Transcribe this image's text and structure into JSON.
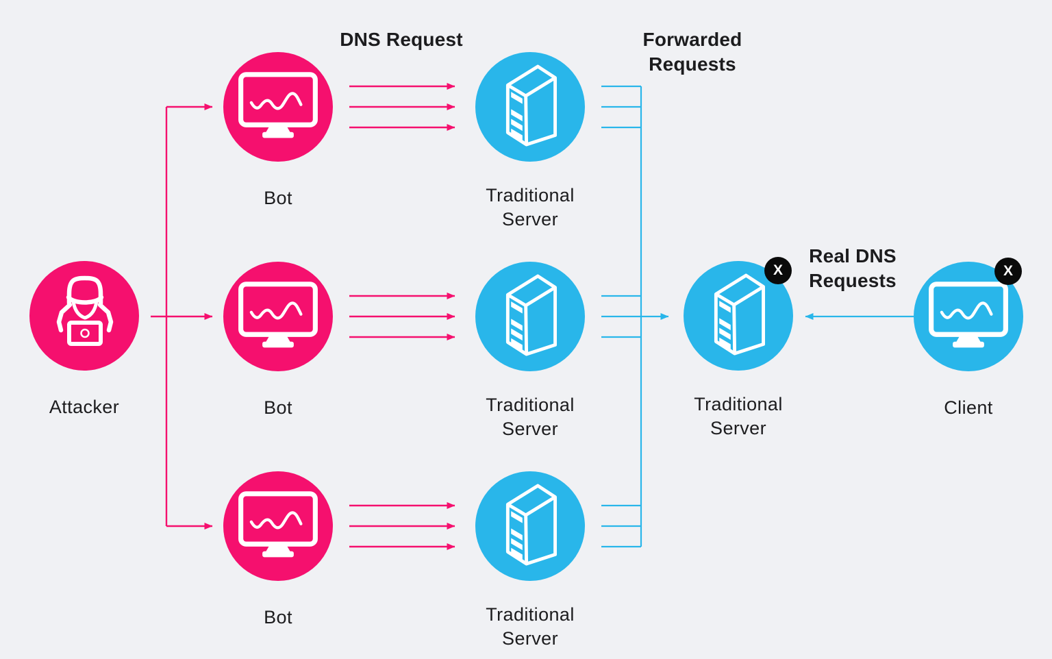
{
  "diagram_title": "",
  "colors": {
    "background": "#F0F1F4",
    "pink": "#F5106E",
    "blue": "#29B6EA",
    "text": "#1C1C1E",
    "badge_bg": "#0A0A0A",
    "badge_text": "#FFFFFF"
  },
  "annotations": {
    "dns_request": "DNS Request",
    "forwarded_requests": {
      "line1": "Forwarded",
      "line2": "Requests"
    },
    "real_dns_requests": {
      "line1": "Real DNS",
      "line2": "Requests"
    }
  },
  "nodes": {
    "attacker": {
      "label": "Attacker",
      "icon": "hacker-icon",
      "color": "pink"
    },
    "bot_top": {
      "label": "Bot",
      "icon": "monitor-icon",
      "color": "pink"
    },
    "bot_middle": {
      "label": "Bot",
      "icon": "monitor-icon",
      "color": "pink"
    },
    "bot_bottom": {
      "label": "Bot",
      "icon": "monitor-icon",
      "color": "pink"
    },
    "server_top": {
      "label": {
        "line1": "Traditional",
        "line2": "Server"
      },
      "icon": "server-icon",
      "color": "blue"
    },
    "server_middle": {
      "label": {
        "line1": "Traditional",
        "line2": "Server"
      },
      "icon": "server-icon",
      "color": "blue"
    },
    "server_bottom": {
      "label": {
        "line1": "Traditional",
        "line2": "Server"
      },
      "icon": "server-icon",
      "color": "blue"
    },
    "server_overwhelmed": {
      "label": {
        "line1": "Traditional",
        "line2": "Server"
      },
      "icon": "server-icon",
      "color": "blue",
      "badge": "X"
    },
    "client": {
      "label": "Client",
      "icon": "monitor-icon",
      "color": "blue",
      "badge": "X"
    }
  },
  "connections": [
    {
      "from": "attacker",
      "to": "bot_top",
      "style": "pink-arrow"
    },
    {
      "from": "attacker",
      "to": "bot_middle",
      "style": "pink-arrow"
    },
    {
      "from": "attacker",
      "to": "bot_bottom",
      "style": "pink-arrow"
    },
    {
      "from": "bot_top",
      "to": "server_top",
      "style": "pink-arrows-x3",
      "annotation": "DNS Request"
    },
    {
      "from": "bot_middle",
      "to": "server_middle",
      "style": "pink-arrows-x3"
    },
    {
      "from": "bot_bottom",
      "to": "server_bottom",
      "style": "pink-arrows-x3"
    },
    {
      "from": "server_top",
      "to": "server_overwhelmed",
      "style": "blue-lines-x3",
      "annotation": "Forwarded Requests"
    },
    {
      "from": "server_middle",
      "to": "server_overwhelmed",
      "style": "blue-lines-x3"
    },
    {
      "from": "server_bottom",
      "to": "server_overwhelmed",
      "style": "blue-lines-x3"
    },
    {
      "from": "client",
      "to": "server_overwhelmed",
      "style": "blue-arrow",
      "annotation": "Real DNS Requests"
    }
  ]
}
